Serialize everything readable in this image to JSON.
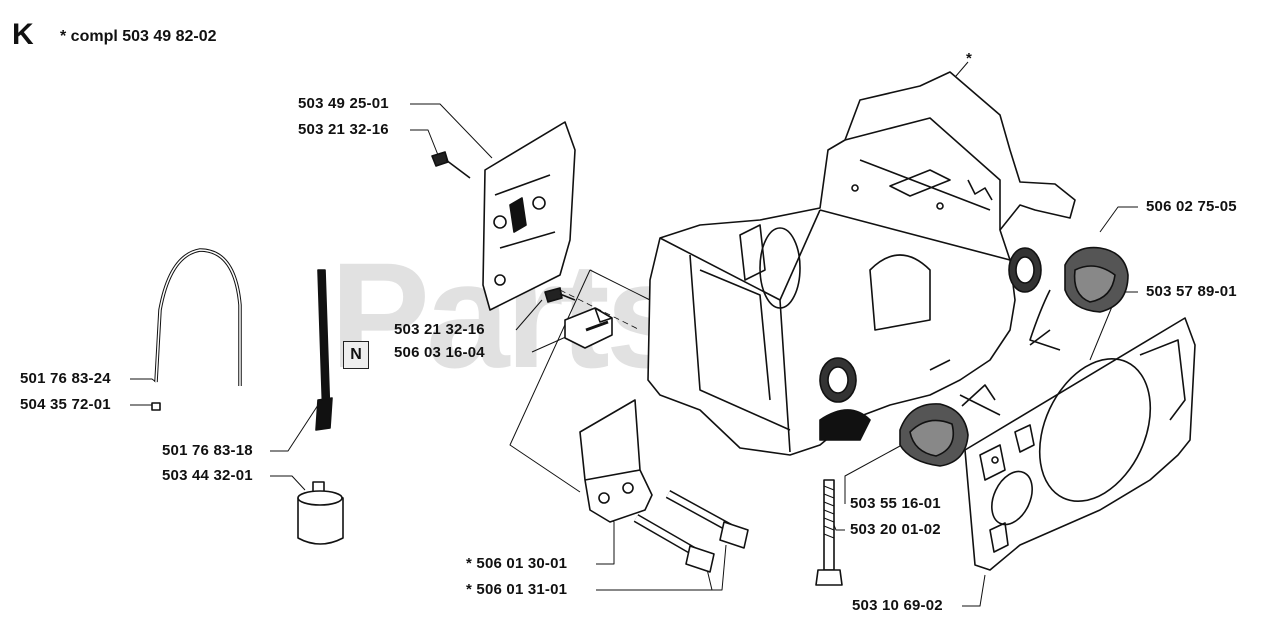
{
  "section": {
    "letter": "K",
    "note": "* compl 503 49 82-02"
  },
  "watermark": {
    "text": "PartsTree",
    "tm": "™"
  },
  "marker": {
    "n_label": "N"
  },
  "parts": [
    {
      "id": "p1",
      "text": "503 49 25-01"
    },
    {
      "id": "p2",
      "text": "503 21 32-16"
    },
    {
      "id": "p3",
      "text": "503 21 32-16"
    },
    {
      "id": "p4",
      "text": "506 03 16-04"
    },
    {
      "id": "p5",
      "text": "501 76 83-24"
    },
    {
      "id": "p6",
      "text": "504 35 72-01"
    },
    {
      "id": "p7",
      "text": "501 76 83-18"
    },
    {
      "id": "p8",
      "text": "503 44 32-01"
    },
    {
      "id": "p9",
      "text": "* 506 01 30-01"
    },
    {
      "id": "p10",
      "text": "* 506 01 31-01"
    },
    {
      "id": "p11",
      "text": "506 02 75-05"
    },
    {
      "id": "p12",
      "text": "503 57 89-01"
    },
    {
      "id": "p13",
      "text": "503 55 16-01"
    },
    {
      "id": "p14",
      "text": "503 20 01-02"
    },
    {
      "id": "p15",
      "text": "503 10 69-02"
    },
    {
      "id": "p16",
      "text": "*"
    }
  ],
  "colors": {
    "ink": "#111111",
    "background": "#ffffff",
    "watermark": "#aaaaaa"
  }
}
